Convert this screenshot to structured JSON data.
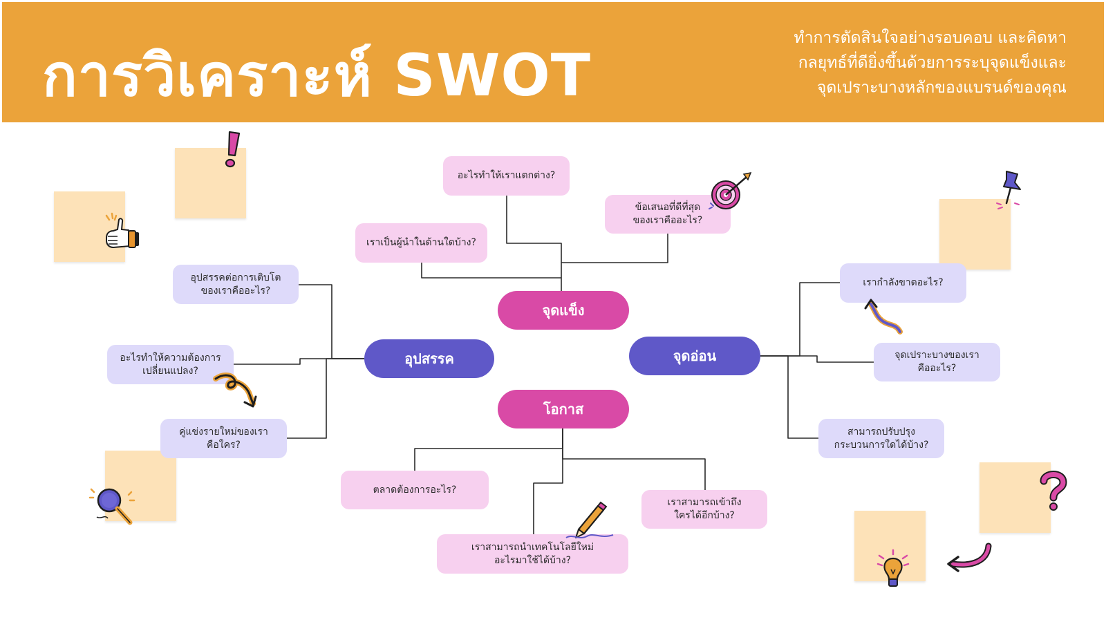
{
  "header": {
    "title": "การวิเคราะห์ SWOT",
    "subtitle_lines": [
      "ทำการตัดสินใจอย่างรอบคอบ และคิดหา",
      "กลยุทธ์ที่ดียิ่งขึ้นด้วยการระบุจุดแข็งและ",
      "จุดเปราะบางหลักของแบรนด์ของคุณ"
    ]
  },
  "colors": {
    "header": "#eba33a",
    "hub_pink": "#d94aa6",
    "hub_indigo": "#5f58c8",
    "node_pink": "#f7d0ef",
    "node_lavender": "#dedafa",
    "sticky_note": "#fde2b8"
  },
  "hubs": {
    "strengths": "จุดแข็ง",
    "weaknesses": "จุดอ่อน",
    "opportunities": "โอกาส",
    "threats": "อุปสรรค"
  },
  "strengths": {
    "q1": [
      "อะไรทำให้เราแตกต่าง?"
    ],
    "q2": [
      "ข้อเสนอที่ดีที่สุด",
      "ของเราคืออะไร?"
    ],
    "q3": [
      "เราเป็นผู้นำในด้านใดบ้าง?"
    ]
  },
  "weaknesses": {
    "q1": [
      "เรากำลังขาดอะไร?"
    ],
    "q2": [
      "จุดเปราะบางของเรา",
      "คืออะไร?"
    ],
    "q3": [
      "สามารถปรับปรุง",
      "กระบวนการใดได้บ้าง?"
    ]
  },
  "opportunities": {
    "q1": [
      "ตลาดต้องการอะไร?"
    ],
    "q2": [
      "เราสามารถนำเทคโนโลยีใหม่",
      "อะไรมาใช้ได้บ้าง?"
    ],
    "q3": [
      "เราสามารถเข้าถึง",
      "ใครได้อีกบ้าง?"
    ]
  },
  "threats": {
    "q1": [
      "อุปสรรคต่อการเติบโต",
      "ของเราคืออะไร?"
    ],
    "q2": [
      "อะไรทำให้ความต้องการ",
      "เปลี่ยนแปลง?"
    ],
    "q3": [
      "คู่แข่งรายใหม่ของเรา",
      "คือใคร?"
    ]
  },
  "decorations": [
    "thumbs-up-icon",
    "exclamation-icon",
    "target-icon",
    "pushpin-icon",
    "curved-arrow-icon",
    "magnifier-icon",
    "pencil-icon",
    "question-mark-icon",
    "lightbulb-icon"
  ]
}
